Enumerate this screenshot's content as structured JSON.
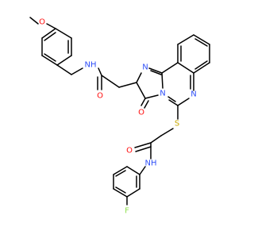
{
  "molecule": {
    "atoms": {
      "o_methoxy": {
        "text": "O",
        "color": "#ff0d0d"
      },
      "nh_amide1": {
        "text": "NH",
        "color": "#3050f8"
      },
      "o_amide1": {
        "text": "O",
        "color": "#ff0d0d"
      },
      "n_imidazole": {
        "text": "N",
        "color": "#3050f8"
      },
      "n_bridge": {
        "text": "N",
        "color": "#3050f8"
      },
      "n_quinazoline": {
        "text": "N",
        "color": "#3050f8"
      },
      "o_ketone": {
        "text": "O",
        "color": "#ff0d0d"
      },
      "s_thioether": {
        "text": "S",
        "color": "#c8a800"
      },
      "o_amide2": {
        "text": "O",
        "color": "#ff0d0d"
      },
      "nh_amide2": {
        "text": "NH",
        "color": "#3050f8"
      },
      "f_fluoro": {
        "text": "F",
        "color": "#90e050"
      }
    }
  }
}
